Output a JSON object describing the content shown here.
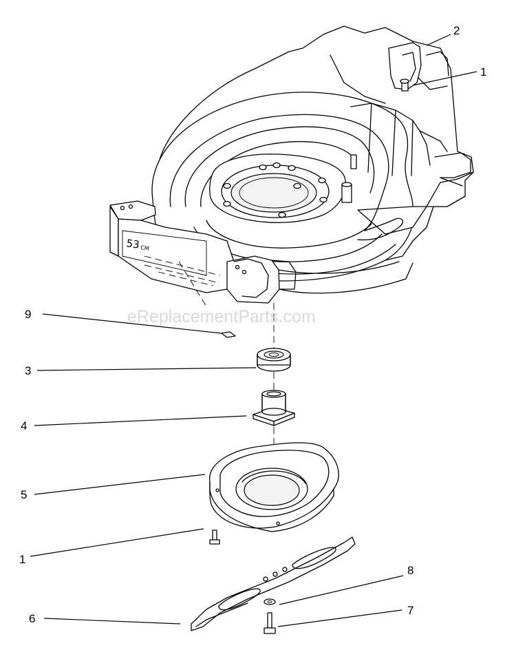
{
  "watermark": "eReplacementParts.com",
  "deck_marking": {
    "size": "53",
    "unit": "CM"
  },
  "callouts": [
    {
      "id": "c-2-top",
      "part": "2"
    },
    {
      "id": "c-1-top",
      "part": "1"
    },
    {
      "id": "c-9",
      "part": "9"
    },
    {
      "id": "c-3",
      "part": "3"
    },
    {
      "id": "c-4",
      "part": "4"
    },
    {
      "id": "c-5",
      "part": "5"
    },
    {
      "id": "c-1-bottom",
      "part": "1"
    },
    {
      "id": "c-6",
      "part": "6"
    },
    {
      "id": "c-8",
      "part": "8"
    },
    {
      "id": "c-7",
      "part": "7"
    }
  ]
}
